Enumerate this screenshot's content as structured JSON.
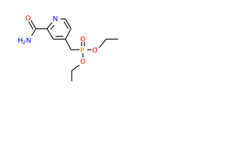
{
  "colors": {
    "bond": "#000000",
    "nitrogen": "#0000ff",
    "oxygen": "#ff0000",
    "phosphorus": "#ff8000"
  },
  "atoms": {
    "ring_nitrogen": "N",
    "amide_oxygen": "O",
    "amine_nitrogen": "N",
    "amine_h": "H",
    "amine_count": "2",
    "phosphorus": "P",
    "phosphoryl_oxygen": "O",
    "ester_oxygen_right": "O",
    "ester_oxygen_lower": "O"
  }
}
